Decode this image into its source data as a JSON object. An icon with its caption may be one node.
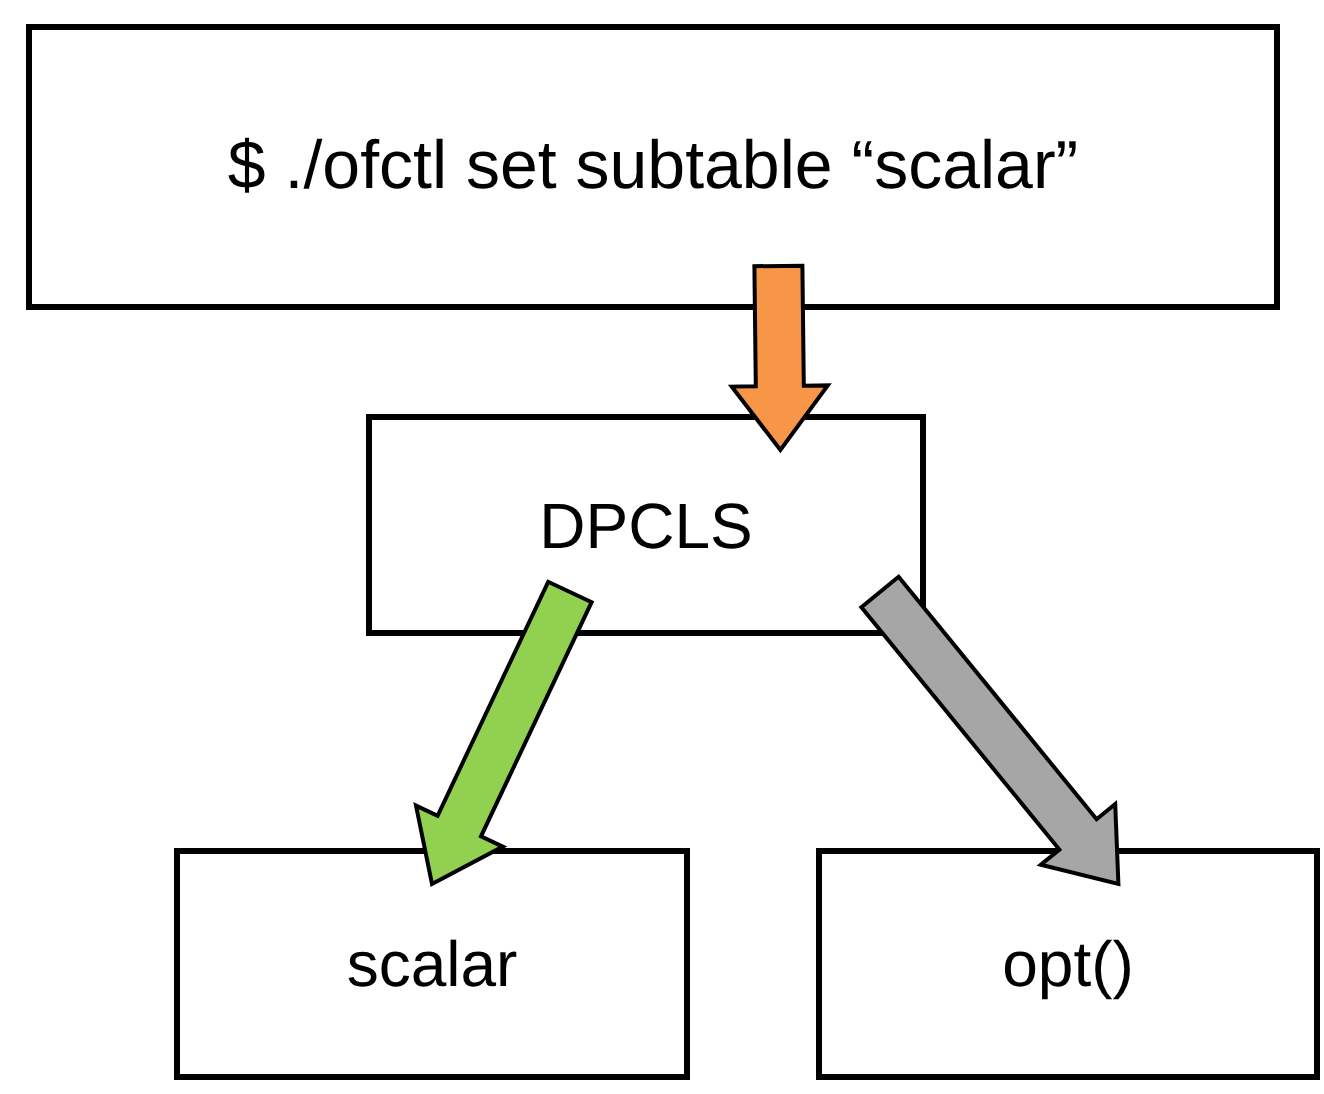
{
  "diagram": {
    "nodes": [
      {
        "text": [
          "$ ./ofctl set subtable  “scalar”"
        ]
      },
      {
        "text": [
          "DPCLS"
        ]
      },
      {
        "text": [
          "scalar"
        ]
      },
      {
        "text": [
          "opt()"
        ]
      }
    ],
    "edges": [
      {
        "from": 0,
        "to": 1,
        "arrow": "to",
        "style": "thick",
        "color": "#f79646"
      },
      {
        "from": 1,
        "to": 2,
        "arrow": "to",
        "style": "thick",
        "color": "#92d050"
      },
      {
        "from": 1,
        "to": 3,
        "arrow": "to",
        "style": "thick",
        "color": "#a6a6a6"
      }
    ]
  }
}
